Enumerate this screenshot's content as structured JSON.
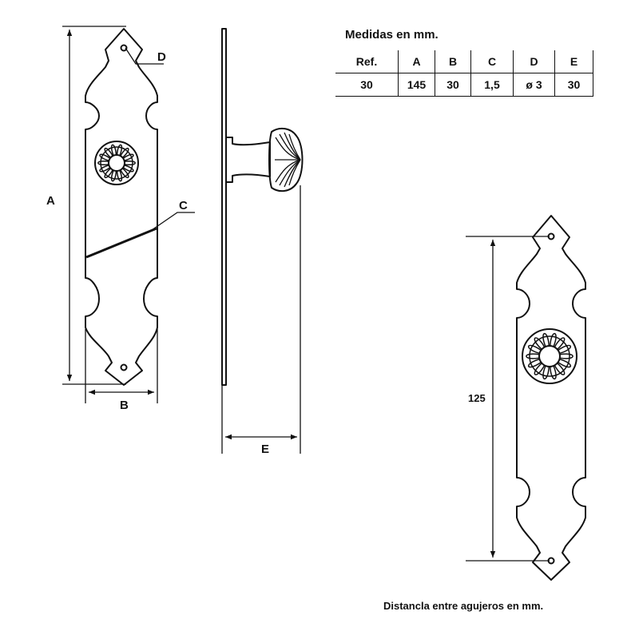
{
  "table": {
    "title": "Medidas en mm.",
    "headers": [
      "Ref.",
      "A",
      "B",
      "C",
      "D",
      "E"
    ],
    "rows": [
      [
        "30",
        "145",
        "30",
        "1,5",
        "ø 3",
        "30"
      ]
    ]
  },
  "labels": {
    "A": "A",
    "B": "B",
    "C": "C",
    "D": "D",
    "E": "E",
    "hole_distance": "125"
  },
  "footnote": "Distancla entre agujeros en mm.",
  "colors": {
    "ink": "#111111",
    "background": "#ffffff"
  }
}
